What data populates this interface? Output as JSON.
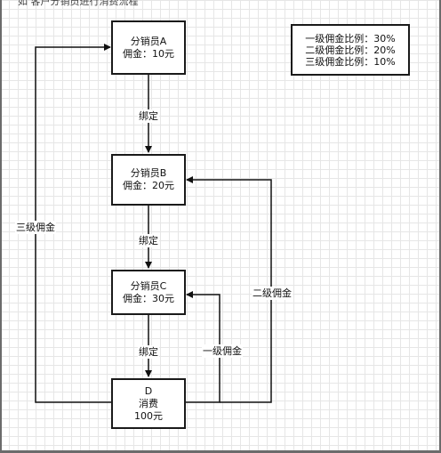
{
  "top_cut_text": "如    客户分销员进行消费流程",
  "nodes": {
    "a": {
      "name": "分销员A",
      "commission": "佣金：10元"
    },
    "b": {
      "name": "分销员B",
      "commission": "佣金：20元"
    },
    "c": {
      "name": "分销员C",
      "commission": "佣金：30元"
    },
    "d": {
      "name": "D",
      "action": "消费",
      "amount": "100元"
    }
  },
  "edge_labels": {
    "bind_ab": "绑定",
    "bind_bc": "绑定",
    "bind_cd": "绑定",
    "level1": "一级佣金",
    "level2": "二级佣金",
    "level3": "三级佣金"
  },
  "legend": {
    "lines": [
      "一级佣金比例：30%",
      "二级佣金比例：20%",
      "三级佣金比例：10%"
    ]
  }
}
